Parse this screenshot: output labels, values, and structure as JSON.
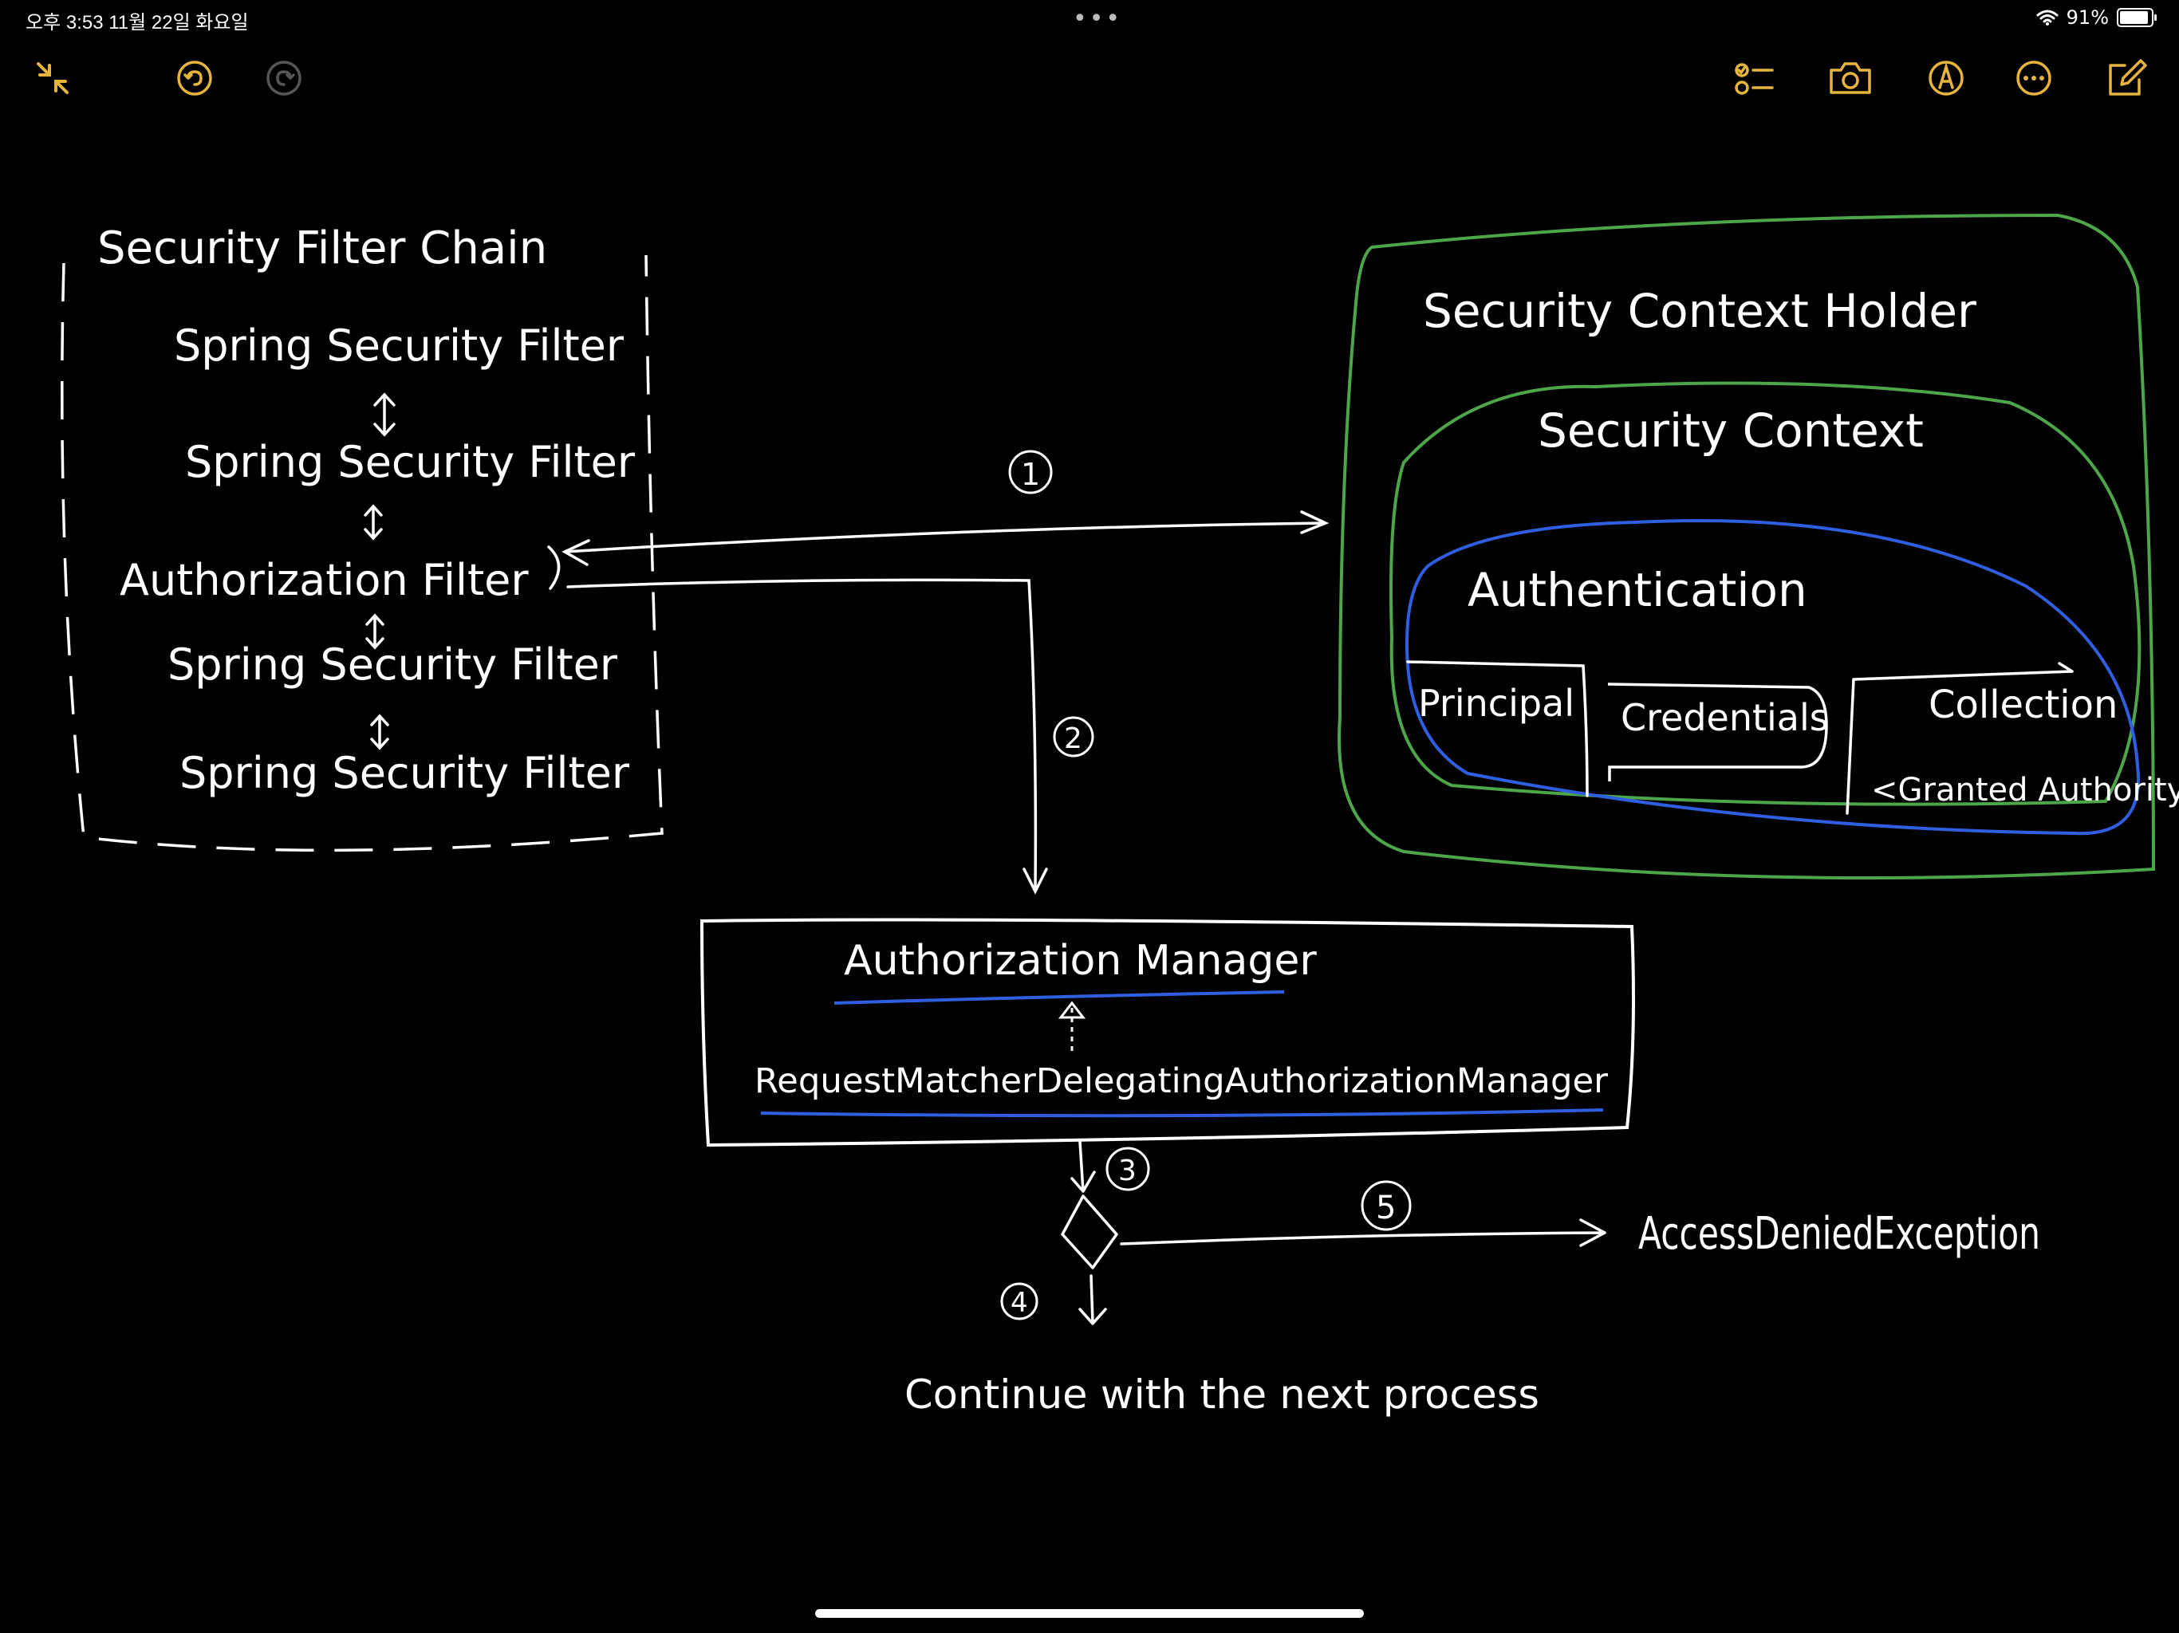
{
  "status_bar": {
    "time_date": "오후 3:53   11월 22일 화요일",
    "battery": "91%",
    "battery_level": 0.91
  },
  "toolbar": {
    "left": [
      "collapse-icon",
      "undo-icon",
      "redo-icon"
    ],
    "right": [
      "checklist-icon",
      "camera-icon",
      "markup-pen-icon",
      "more-icon",
      "compose-icon"
    ]
  },
  "colors": {
    "ink": "#ffffff",
    "green_ink": "#4ea64a",
    "blue_ink": "#2f5fe0",
    "accent": "#e6b43c"
  },
  "diagram": {
    "filter_chain": {
      "title": "Security Filter Chain",
      "filters": [
        "Spring Security Filter",
        "Spring Security Filter",
        "Authorization Filter",
        "Spring Security Filter",
        "Spring Security Filter"
      ]
    },
    "context_holder": {
      "title": "Security Context Holder",
      "context": "Security Context",
      "authentication": "Authentication",
      "principal": "Principal",
      "credentials": "Credentials",
      "collection": "Collection",
      "granted": "<Granted Authority>"
    },
    "manager": {
      "title": "Authorization Manager",
      "delegate": "RequestMatcherDelegatingAuthorizationManager"
    },
    "steps": [
      "1",
      "2",
      "3",
      "4",
      "5"
    ],
    "exception": "AccessDeniedException",
    "continue": "Continue with the next process"
  }
}
